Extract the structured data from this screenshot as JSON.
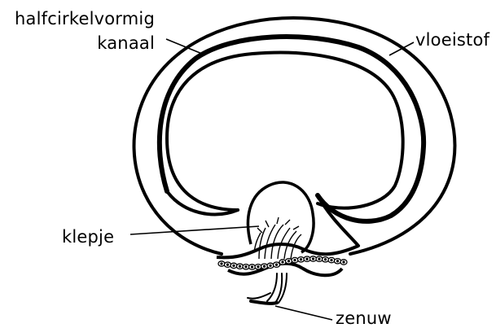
{
  "labels": {
    "canal_line1": "halfcirkelvormig",
    "canal_line2": "kanaal",
    "fluid": "vloeistof",
    "valve": "klepje",
    "nerve": "zenuw"
  },
  "colors": {
    "ink": "#000000",
    "background": "#ffffff"
  }
}
